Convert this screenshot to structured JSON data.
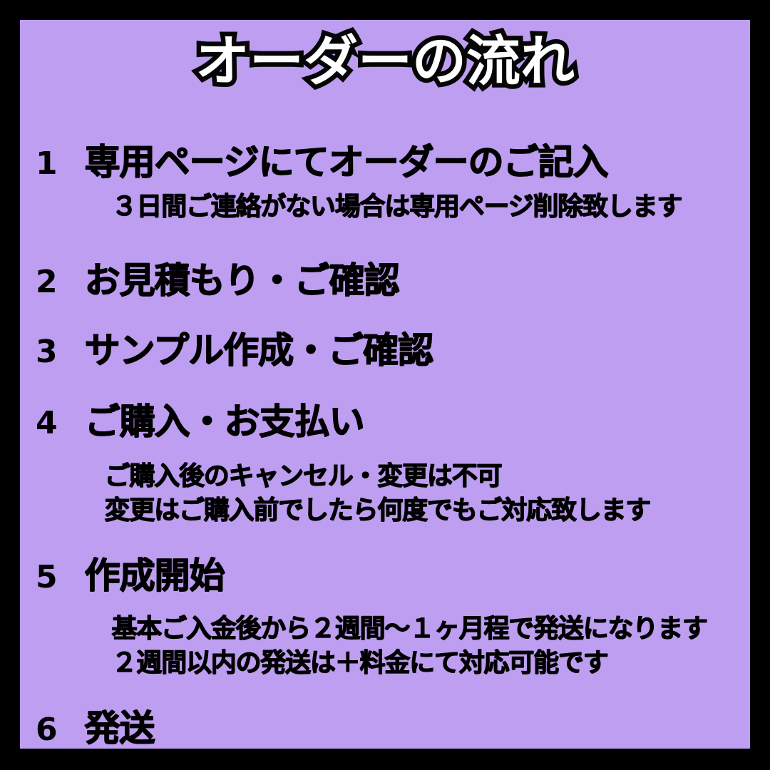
{
  "colors": {
    "frame": "#000000",
    "card_background": "#bd9ef0",
    "title_fill": "#ffffff",
    "title_outline": "#000000",
    "text": "#000000"
  },
  "header": {
    "title": "オーダーの流れ"
  },
  "steps": [
    {
      "number": "1",
      "title": "専用ページにてオーダーのご記入",
      "notes": [
        "３日間ご連絡がない場合は専用ページ削除致します"
      ]
    },
    {
      "number": "2",
      "title": "お見積もり・ご確認",
      "notes": []
    },
    {
      "number": "3",
      "title": "サンプル作成・ご確認",
      "notes": []
    },
    {
      "number": "4",
      "title": "ご購入・お支払い",
      "notes": [
        "ご購入後のキャンセル・変更は不可",
        "変更はご購入前でしたら何度でもご対応致します"
      ]
    },
    {
      "number": "5",
      "title": "作成開始",
      "notes": [
        "基本ご入金後から２週間〜１ヶ月程で発送になります",
        "２週間以内の発送は＋料金にて対応可能です"
      ]
    },
    {
      "number": "6",
      "title": "発送",
      "notes": []
    }
  ]
}
